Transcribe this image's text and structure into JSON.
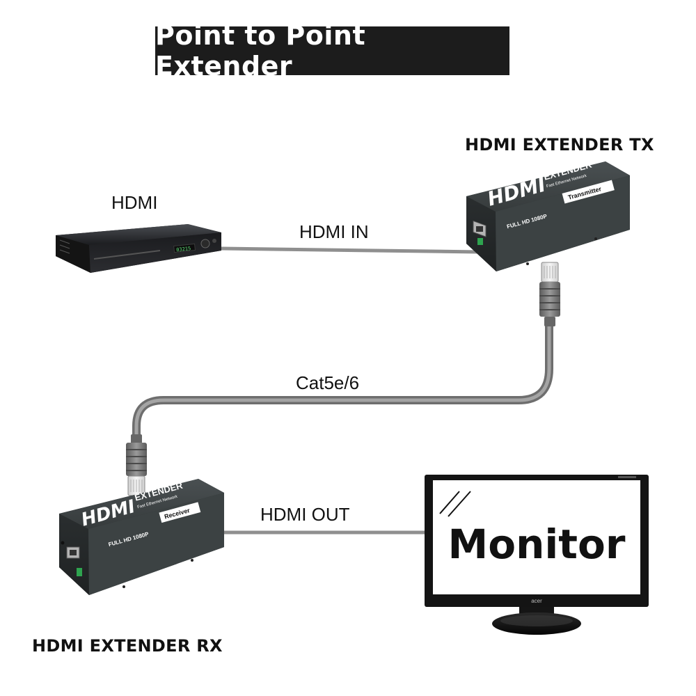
{
  "title": "Point to Point Extender",
  "labels": {
    "source_device": "HDMI",
    "hdmi_in": "HDMI IN",
    "tx_device": "HDMI EXTENDER TX",
    "cat_cable": "Cat5e/6",
    "hdmi_out": "HDMI OUT",
    "rx_device": "HDMI EXTENDER RX",
    "monitor_screen": "Monitor"
  },
  "tx_box": {
    "logo": "HDMI",
    "brand": "EXTENDER",
    "tagline": "Fast Ethernet Network",
    "badge": "Transmitter",
    "spec": "FULL HD 1080P"
  },
  "rx_box": {
    "logo": "HDMI",
    "brand": "EXTENDER",
    "tagline": "Fast Ethernet Network",
    "badge": "Receiver",
    "spec": "FULL HD 1080P"
  },
  "monitor": {
    "brand_logo": "acer"
  },
  "colors": {
    "device_body": "#3a3f40",
    "cable": "#8a8a8a",
    "title_bg": "#1c1c1c"
  }
}
